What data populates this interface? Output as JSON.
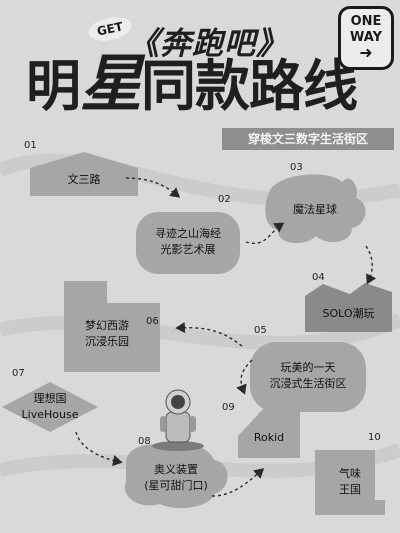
{
  "header": {
    "get_tag": "GET",
    "title_line1": "《奔跑吧》",
    "title_line2_a": "明",
    "title_line2_b": "星",
    "title_line2_c": "同款路线",
    "one_way_line1": "ONE",
    "one_way_line2": "WAY",
    "subtitle": "穿梭文三数字生活街区"
  },
  "stops": [
    {
      "num": "01",
      "label": "文三路"
    },
    {
      "num": "02",
      "label_l1": "寻迹之山海经",
      "label_l2": "光影艺术展"
    },
    {
      "num": "03",
      "label": "魔法星球"
    },
    {
      "num": "04",
      "label": "SOLO潮玩"
    },
    {
      "num": "05",
      "label_l1": "玩美的一天",
      "label_l2": "沉浸式生活街区"
    },
    {
      "num": "06",
      "label_l1": "梦幻西游",
      "label_l2": "沉浸乐园"
    },
    {
      "num": "07",
      "label_l1": "理想国",
      "label_l2": "LiveHouse"
    },
    {
      "num": "08",
      "label_l1": "奥义装置",
      "label_l2": "(星可甜门口)"
    },
    {
      "num": "09",
      "label": "Rokid"
    },
    {
      "num": "10",
      "label_l1": "气味",
      "label_l2": "王国"
    }
  ]
}
